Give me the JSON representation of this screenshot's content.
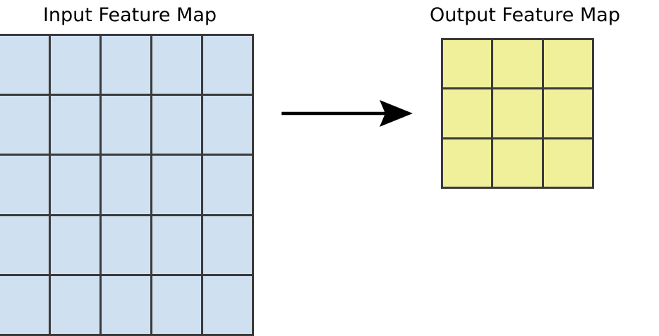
{
  "diagram": {
    "title_left": "Input Feature Map",
    "title_right": "Output Feature Map",
    "background_color": "#ffffff",
    "gridline_color": "#3a3a3a",
    "arrow_color": "#000000"
  },
  "input_feature_map": {
    "label": "Input Feature Map",
    "rows": 5,
    "columns": 5,
    "fill_color": "#cfe0f1",
    "border_color": "#3a3a3a",
    "cells": [
      [
        "",
        "",
        "",
        "",
        ""
      ],
      [
        "",
        "",
        "",
        "",
        ""
      ],
      [
        "",
        "",
        "",
        "",
        ""
      ],
      [
        "",
        "",
        "",
        "",
        ""
      ],
      [
        "",
        "",
        "",
        "",
        ""
      ]
    ]
  },
  "output_feature_map": {
    "label": "Output Feature Map",
    "rows": 3,
    "columns": 3,
    "fill_color": "#f0f09b",
    "border_color": "#3a3a3a",
    "cells": [
      [
        "",
        "",
        ""
      ],
      [
        "",
        "",
        ""
      ],
      [
        "",
        "",
        ""
      ]
    ]
  },
  "arrow": {
    "icon": "arrow-right-icon",
    "direction": "right",
    "color": "#000000"
  },
  "chart_data": {
    "type": "diagram",
    "title": "",
    "nodes": [
      {
        "name": "Input Feature Map",
        "shape": "grid",
        "rows": 5,
        "columns": 5,
        "cell_count": 25,
        "fill": "#cfe0f1"
      },
      {
        "name": "Output Feature Map",
        "shape": "grid",
        "rows": 3,
        "columns": 3,
        "cell_count": 9,
        "fill": "#f0f09b"
      }
    ],
    "edges": [
      {
        "from": "Input Feature Map",
        "to": "Output Feature Map",
        "style": "solid-arrow",
        "label": ""
      }
    ]
  }
}
